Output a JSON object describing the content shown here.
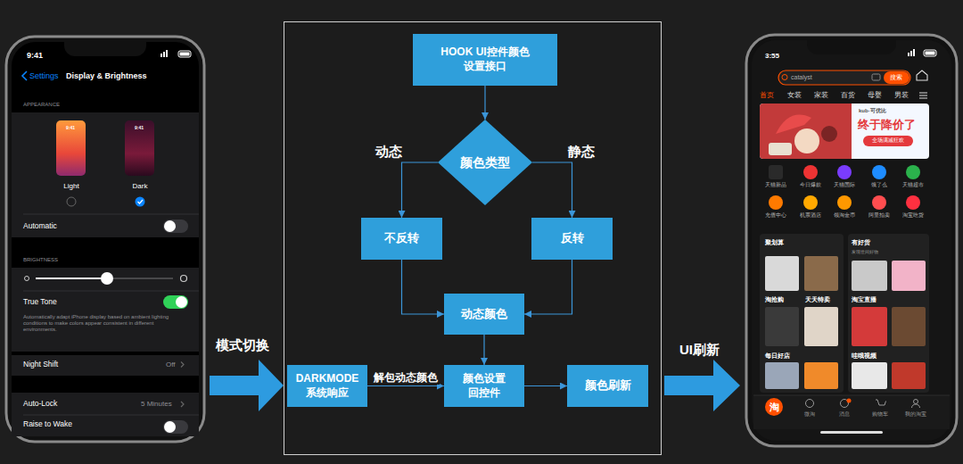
{
  "diagram": {
    "nodes": [
      {
        "text": [
          "HOOK UI控件颜色 设置接口"
        ]
      },
      {
        "text": [
          "颜色类型"
        ]
      },
      {
        "text": [
          "不反转"
        ]
      },
      {
        "text": [
          "反转"
        ]
      },
      {
        "text": [
          "动态颜色"
        ]
      },
      {
        "text": [
          "DARKMODE 系统响应"
        ]
      },
      {
        "text": [
          "颜色设置 回控件"
        ]
      },
      {
        "text": [
          "颜色刷新"
        ]
      }
    ],
    "edges": [
      {
        "from": 0,
        "to": 1,
        "arrow": "to"
      },
      {
        "from": 1,
        "to": 2,
        "label": "动态",
        "arrow": "to"
      },
      {
        "from": 1,
        "to": 3,
        "label": "静态",
        "arrow": "to"
      },
      {
        "from": 2,
        "to": 4,
        "arrow": "to"
      },
      {
        "from": 3,
        "to": 4,
        "arrow": "to"
      },
      {
        "from": 4,
        "to": 6,
        "arrow": "to"
      },
      {
        "from": 5,
        "to": 6,
        "label": "解包动态颜色",
        "arrow": "to"
      },
      {
        "from": 6,
        "to": 7,
        "arrow": "to"
      }
    ],
    "labels": [
      "9:41",
      "Settings",
      "Display & Brightness",
      "APPEARANCE",
      "9:41",
      "9:41",
      "Light",
      "Dark",
      "Automatic",
      "BRIGHTNESS",
      "True Tone",
      "Automatically adapt iPhone display based on ambient lighting conditions to make colors appear consistent in different environments.",
      "Night Shift",
      "Off",
      "Auto-Lock",
      "5 Minutes",
      "Raise to Wake",
      "模式切换",
      "UI刷新",
      "3:55",
      "catalyst",
      "搜索",
      "首页",
      "女装",
      "家装",
      "百货",
      "母婴",
      "男装",
      "kub·可优比",
      "终于降价了",
      "全场满减狂欢",
      "天猫新品",
      "今日爆款",
      "天猫国际",
      "饿了么",
      "天猫超市",
      "充值中心",
      "机票酒店",
      "领淘金币",
      "阿里拍卖",
      "淘宝吃货",
      "聚划算",
      "有好货",
      "发现世间好物",
      "淘抢购",
      "天天特卖",
      "淘宝直播",
      "每日好店",
      "哇哦视频",
      "淘",
      "微淘",
      "消息",
      "购物车",
      "我的淘宝"
    ]
  }
}
